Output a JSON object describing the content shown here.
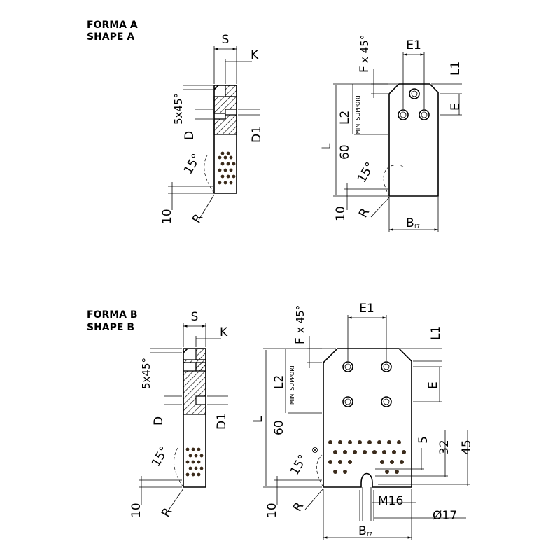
{
  "shape_a": {
    "title_it": "FORMA A",
    "title_en": "SHAPE A",
    "section": {
      "s": "S",
      "k": "K",
      "chamfer": "5x45°",
      "d": "D",
      "d1": "D1",
      "angle": "15°",
      "ten": "10",
      "r": "R"
    },
    "front": {
      "e1": "E1",
      "f": "F",
      "fx": "x 45°",
      "l1": "L1",
      "e": "E",
      "l2": "L2",
      "min_support": "MIN. SUPPORT",
      "l": "L",
      "sixty": "60",
      "angle": "15°",
      "ten": "10",
      "r": "R",
      "b": "B",
      "b_sub": "f7"
    }
  },
  "shape_b": {
    "title_it": "FORMA B",
    "title_en": "SHAPE B",
    "section": {
      "s": "S",
      "k": "K",
      "chamfer": "5x45°",
      "d": "D",
      "d1": "D1",
      "angle": "15°",
      "ten": "10",
      "r": "R"
    },
    "front": {
      "e1": "E1",
      "f": "F",
      "fx": "x 45°",
      "l1": "L1",
      "e": "E",
      "l2": "L2",
      "min_support": "MIN. SUPPORT",
      "l": "L",
      "sixty": "60",
      "five": "5",
      "thirty_two": "32",
      "forty_five": "45",
      "angle": "15°",
      "ten": "10",
      "r": "R",
      "m16": "M16",
      "phi17": "Ø17",
      "b": "B",
      "b_sub": "f7"
    }
  }
}
